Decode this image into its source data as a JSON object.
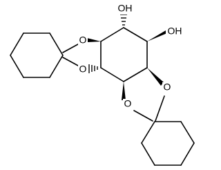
{
  "molecule": {
    "atom_labels": {
      "hydroxyl_top": "OH",
      "hydroxyl_right": "OH",
      "oxygen_upper_ring_top": "O",
      "oxygen_upper_ring_bottom": "O",
      "oxygen_lower_ring_top": "O",
      "oxygen_lower_ring_bottom": "O"
    }
  }
}
